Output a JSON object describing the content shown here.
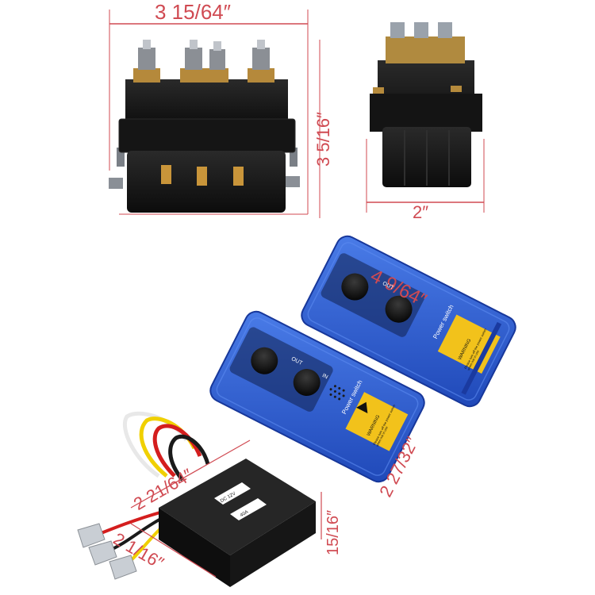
{
  "dimensions": {
    "solenoid_width": "3 15/64″",
    "solenoid_height": "3 5/16″",
    "solenoid_depth": "2″",
    "remote_length": "4 9/64″",
    "remote_width": "2 27/32″",
    "receiver_length": "2 21/64″",
    "receiver_width": "2 1/16″",
    "receiver_height": "15/16″"
  },
  "remote": {
    "label_out": "OUT",
    "label_in": "IN",
    "power_switch": "Power switch",
    "warning_title": "WARNING",
    "warning_text": "Please turn off the power switch when not in use"
  },
  "receiver": {
    "label_dc": "DC 12V",
    "label_model": "40A"
  },
  "colors": {
    "dimension_red": "#d04a52",
    "remote_blue": "#2f5fd0",
    "warning_yellow": "#f2c21b"
  }
}
